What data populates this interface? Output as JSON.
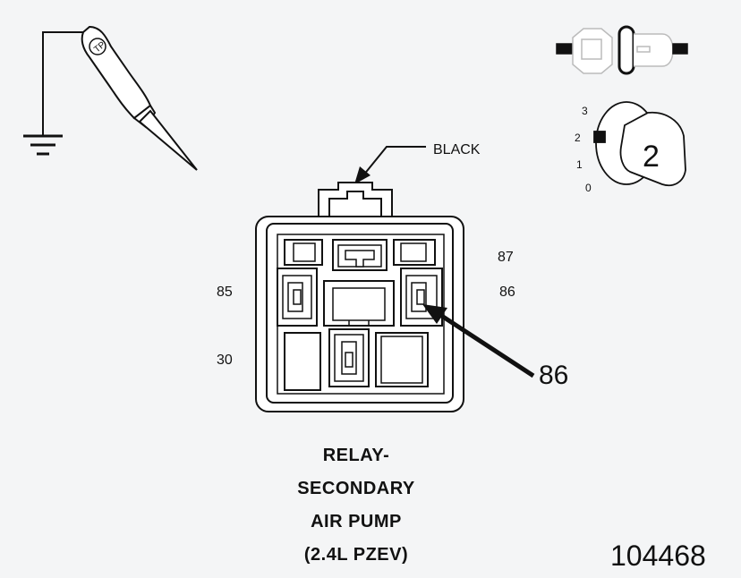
{
  "wire_color_label": "BLACK",
  "pins": {
    "p87": "87",
    "p85": "85",
    "p86": "86",
    "p30": "30"
  },
  "callout_pin": "86",
  "ignition": {
    "positions": [
      "3",
      "2",
      "1",
      "0"
    ],
    "selected_position": "2",
    "key_label": "2"
  },
  "caption": {
    "line1": "RELAY-",
    "line2": "SECONDARY",
    "line3": "AIR PUMP",
    "line4": "(2.4L PZEV)"
  },
  "figure_number": "104468"
}
